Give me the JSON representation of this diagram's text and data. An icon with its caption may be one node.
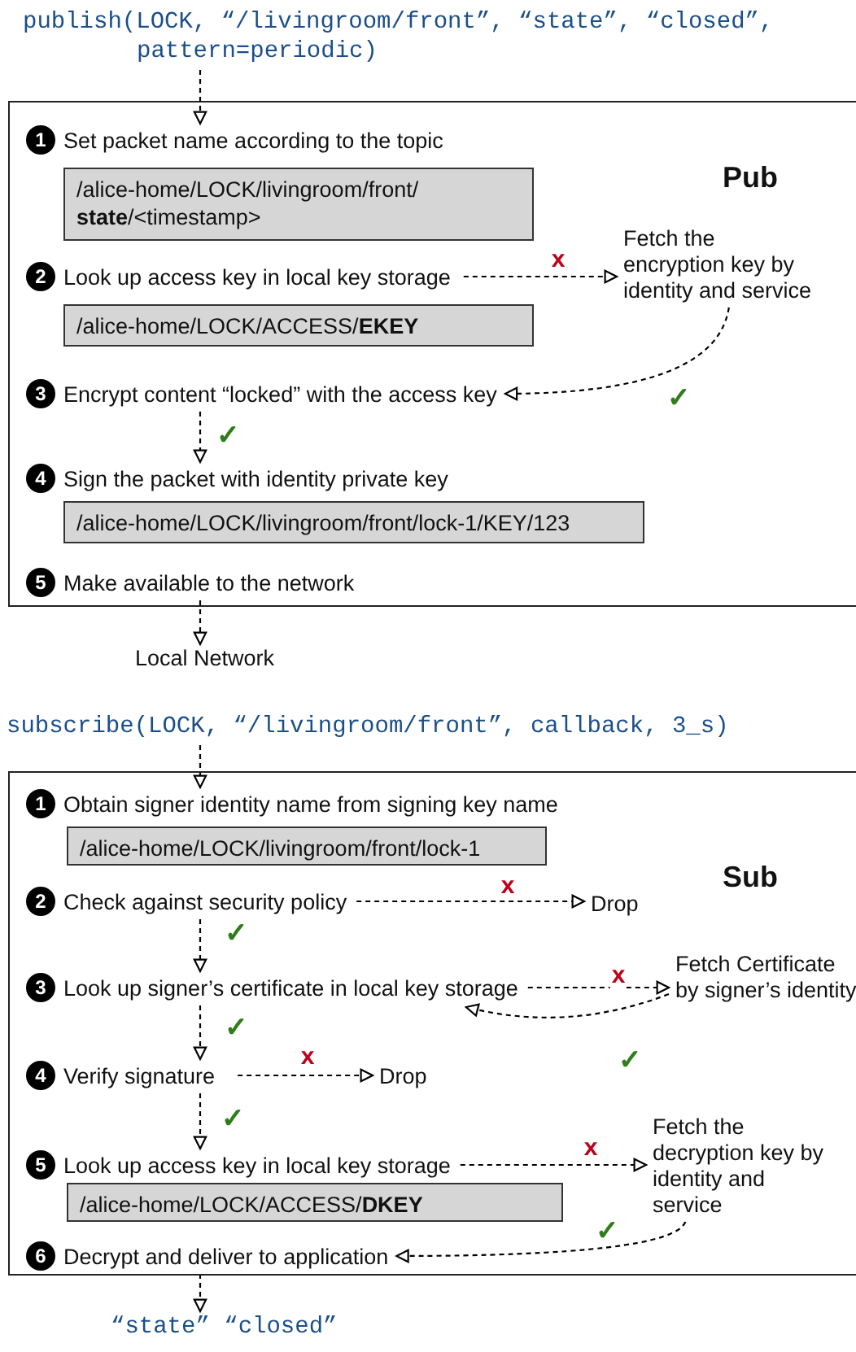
{
  "diagram": {
    "nodes": [
      {
        "text": [
          "publish(LOCK, “/livingroom/front”, “state”, “closed”, pattern=periodic)"
        ]
      },
      {
        "text": [
          "Pub"
        ]
      },
      {
        "text": [
          "1",
          "Set packet name according to the topic"
        ],
        "in": 1
      },
      {
        "text": [
          "/alice-home/LOCK/livingroom/front/ **state**/<timestamp>"
        ],
        "in": 1
      },
      {
        "text": [
          "2",
          "Look up access key in local key storage"
        ],
        "in": 1
      },
      {
        "text": [
          "/alice-home/LOCK/ACCESS/**EKEY**"
        ],
        "in": 1
      },
      {
        "text": [
          "Fetch the encryption key by identity and service"
        ],
        "in": 1
      },
      {
        "text": [
          "3",
          "Encrypt content “locked” with the access key"
        ],
        "in": 1
      },
      {
        "text": [
          "4",
          "Sign the packet with identity private key"
        ],
        "in": 1
      },
      {
        "text": [
          "/alice-home/LOCK/livingroom/front/lock-1/KEY/123"
        ],
        "in": 1
      },
      {
        "text": [
          "5",
          "Make available to the network"
        ],
        "in": 1
      },
      {
        "text": [
          "Local Network"
        ]
      },
      {
        "text": [
          "subscribe(LOCK, “/livingroom/front”, callback, 3_s)"
        ]
      },
      {
        "text": [
          "Sub"
        ]
      },
      {
        "text": [
          "1",
          "Obtain signer identity name from signing key name"
        ],
        "in": 13
      },
      {
        "text": [
          "/alice-home/LOCK/livingroom/front/lock-1"
        ],
        "in": 13
      },
      {
        "text": [
          "2",
          "Check against security policy"
        ],
        "in": 13
      },
      {
        "text": [
          "Drop"
        ],
        "in": 13
      },
      {
        "text": [
          "3",
          "Look up signer’s certificate in local key storage"
        ],
        "in": 13
      },
      {
        "text": [
          "Fetch Certificate by signer’s identity"
        ],
        "in": 13
      },
      {
        "text": [
          "4",
          "Verify signature"
        ],
        "in": 13
      },
      {
        "text": [
          "Drop"
        ],
        "in": 13
      },
      {
        "text": [
          "5",
          "Look up access key in local key storage"
        ],
        "in": 13
      },
      {
        "text": [
          "/alice-home/LOCK/ACCESS/**DKEY**"
        ],
        "in": 13
      },
      {
        "text": [
          "Fetch the decryption key by identity and service"
        ],
        "in": 13
      },
      {
        "text": [
          "6",
          "Decrypt and deliver to application"
        ],
        "in": 13
      },
      {
        "text": [
          "“state” “closed”"
        ]
      }
    ],
    "edges": [
      {
        "from": 0,
        "to": 2,
        "arrow": "to",
        "style": "dashed"
      },
      {
        "from": 4,
        "to": 6,
        "arrow": "to",
        "style": "dashed",
        "label": "x"
      },
      {
        "from": 6,
        "to": 7,
        "arrow": "to",
        "style": "dashed",
        "label": "✓"
      },
      {
        "from": 7,
        "to": 8,
        "arrow": "to",
        "style": "dashed",
        "label": "✓"
      },
      {
        "from": 10,
        "to": 11,
        "arrow": "to",
        "style": "dashed"
      },
      {
        "from": 12,
        "to": 14,
        "arrow": "to",
        "style": "dashed"
      },
      {
        "from": 16,
        "to": 17,
        "arrow": "to",
        "style": "dashed",
        "label": "x"
      },
      {
        "from": 16,
        "to": 18,
        "arrow": "to",
        "style": "dashed",
        "label": "✓"
      },
      {
        "from": 18,
        "to": 19,
        "arrow": "to",
        "style": "dashed",
        "label": "x"
      },
      {
        "from": 18,
        "to": 20,
        "arrow": "to",
        "style": "dashed",
        "label": "✓"
      },
      {
        "from": 19,
        "to": 18,
        "arrow": "to",
        "style": "dashed",
        "label": "✓"
      },
      {
        "from": 20,
        "to": 21,
        "arrow": "to",
        "style": "dashed",
        "label": "x"
      },
      {
        "from": 20,
        "to": 22,
        "arrow": "to",
        "style": "dashed",
        "label": "✓"
      },
      {
        "from": 22,
        "to": 24,
        "arrow": "to",
        "style": "dashed",
        "label": "x"
      },
      {
        "from": 24,
        "to": 25,
        "arrow": "to",
        "style": "dashed",
        "label": "✓"
      },
      {
        "from": 25,
        "to": 26,
        "arrow": "to",
        "style": "dashed"
      }
    ]
  }
}
